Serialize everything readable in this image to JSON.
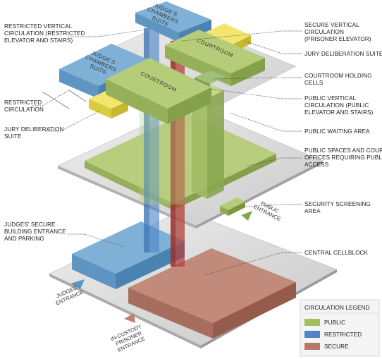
{
  "labels": {
    "restricted_vertical": [
      "RESTRICTED VERTICAL",
      "CIRCULATION (RESTRICTED",
      "ELEVATOR AND STAIRS)"
    ],
    "restricted_circulation": [
      "RESTRICTED",
      "CIRCULATION"
    ],
    "jury_suite_left": [
      "JURY DELIBERATION",
      "SUITE"
    ],
    "judges_secure_entrance": [
      "JUDGES' SECURE",
      "BUILDING ENTRANCE",
      "AND PARKING"
    ],
    "secure_vertical": [
      "SECURE VERTICAL",
      "CIRCULATION",
      "(PRISONER ELEVATOR)"
    ],
    "jury_suite_right": [
      "JURY DELIBERATION SUITE"
    ],
    "holding_cells": [
      "COURTROOM  HOLDING",
      "CELLS"
    ],
    "public_vertical": [
      "PUBLIC VERTICAL",
      "CIRCULATION (PUBLIC",
      "ELEVATOR AND STAIRS)"
    ],
    "public_waiting": [
      "PUBLIC WAITING AREA"
    ],
    "public_spaces": [
      "PUBLIC SPACES AND COURT",
      "OFFICES REQUIRING PUBLIC",
      "ACCESS"
    ],
    "security_screening": [
      "SECURITY SCREENING",
      "AREA"
    ],
    "central_cellblock": [
      "CENTRAL CELLBLOCK"
    ]
  },
  "blocks": {
    "judges_chambers_top": [
      "JUDGE'S",
      "CHAMBERS",
      "SUITE"
    ],
    "judges_chambers_left": [
      "JUDGE'S",
      "CHAMBERS",
      "SUITE"
    ],
    "courtroom_main": "COURTROOM",
    "courtroom_rear": "COURTROOM"
  },
  "entrances": {
    "public": [
      "PUBLIC",
      "ENTRANCE"
    ],
    "judges": [
      "JUDGES'",
      "ENTRANCE"
    ],
    "prisoner": [
      "IN-CUSTODY",
      "PRISONER",
      "ENTRANCE"
    ]
  },
  "legend": {
    "title": "CIRCULATION LEGEND",
    "items": [
      {
        "label": "PUBLIC",
        "color": "#a4bf5c"
      },
      {
        "label": "RESTRICTED",
        "color": "#4d86c6"
      },
      {
        "label": "SECURE",
        "color": "#b87868"
      }
    ]
  },
  "colors": {
    "public": "#a4bf5c",
    "restricted": "#6a9cc8",
    "secure": "#b87868",
    "jury": "#efe25a",
    "elevator_red": "#c0392b",
    "floor": "#d8d8d8"
  }
}
